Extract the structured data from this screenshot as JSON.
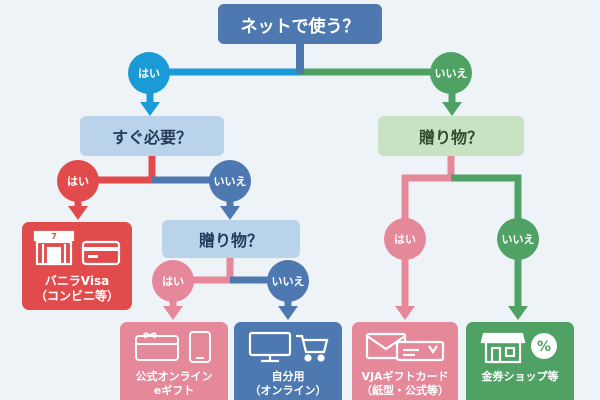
{
  "colors": {
    "yes_blue": "#1a9ad6",
    "yes_red": "#e24b4b",
    "yes_pink": "#e4889a",
    "no_blue": "#4e78b0",
    "no_green": "#4fa164",
    "blue_line": "#4e78b0",
    "green_line": "#4fa164"
  },
  "questions": {
    "root": "ネットで使う？",
    "urgent": "すぐ必要？",
    "gift_left": "贈り物？",
    "gift_right": "贈り物？"
  },
  "branches": {
    "yes": "はい",
    "no": "いいえ"
  },
  "outcomes": {
    "vanilla": {
      "line1": "バニラVisa",
      "line2": "（コンビニ等）",
      "icons": [
        "convenience-store-icon",
        "credit-card-icon"
      ]
    },
    "egift": {
      "line1": "公式オンライン",
      "line2": "eギフト",
      "icons": [
        "gift-card-icon",
        "smartphone-icon"
      ]
    },
    "self_use": {
      "line1": "自分用",
      "line2": "（オンライン）",
      "icons": [
        "monitor-icon",
        "shopping-cart-icon"
      ]
    },
    "vja": {
      "line1": "VJAギフトカード",
      "line2": "（紙型・公式等）",
      "icons": [
        "envelope-icon",
        "gift-voucher-icon"
      ]
    },
    "ticket_shop": {
      "line1": "金券ショップ等",
      "line2": "",
      "icons": [
        "shop-icon",
        "percent-badge-icon"
      ]
    }
  }
}
